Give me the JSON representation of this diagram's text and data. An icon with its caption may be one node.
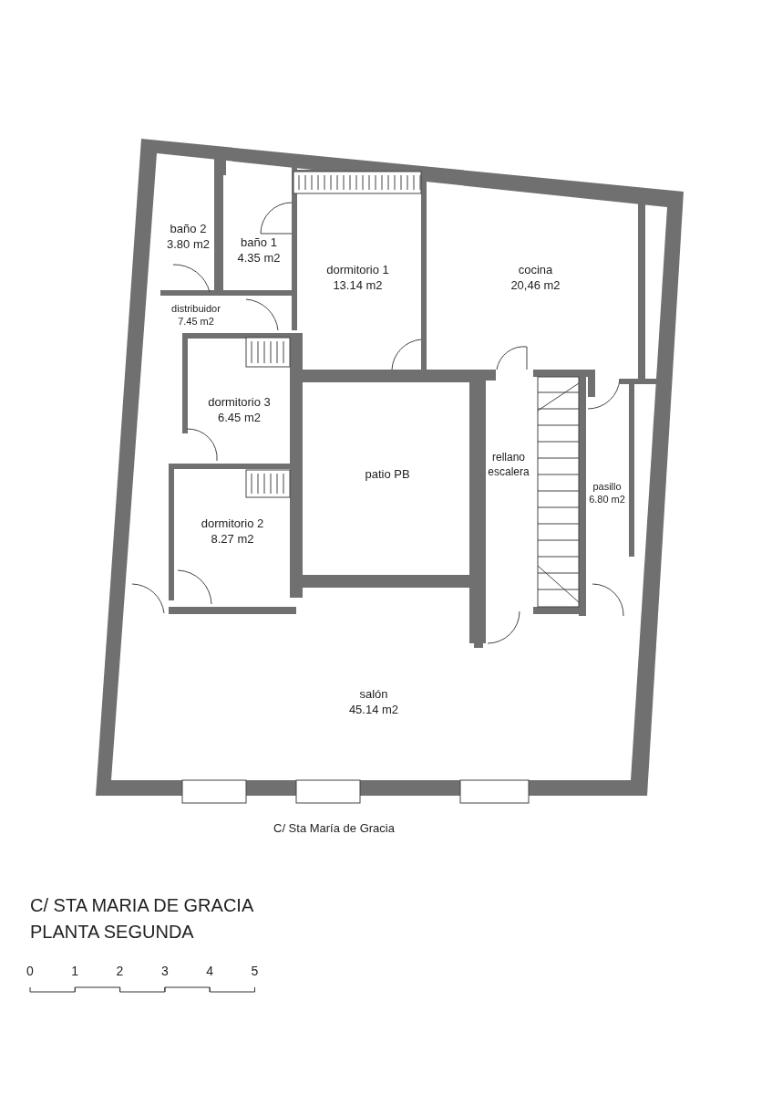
{
  "diagram": {
    "title": "C/ STA MARIA DE GRACIA PLANTA SEGUNDA",
    "nodes": [
      {
        "text": [
          "baño 2",
          "3.80 m2"
        ]
      },
      {
        "text": [
          "baño 1",
          "4.35 m2"
        ]
      },
      {
        "text": [
          "dormitorio 1",
          "13.14 m2"
        ]
      },
      {
        "text": [
          "cocina",
          "20,46 m2"
        ]
      },
      {
        "text": [
          "distribuidor",
          "7.45 m2"
        ]
      },
      {
        "text": [
          "dormitorio 3",
          "6.45 m2"
        ]
      },
      {
        "text": [
          "patio PB"
        ]
      },
      {
        "text": [
          "rellano escalera"
        ]
      },
      {
        "text": [
          "pasillo",
          "6.80 m2"
        ]
      },
      {
        "text": [
          "dormitorio 2",
          "8.27 m2"
        ]
      },
      {
        "text": [
          "salón",
          "45.14 m2"
        ]
      }
    ],
    "edges": [],
    "labels": [
      "C/ Sta María de Gracia",
      "0",
      "1",
      "2",
      "3",
      "4",
      "5"
    ]
  }
}
